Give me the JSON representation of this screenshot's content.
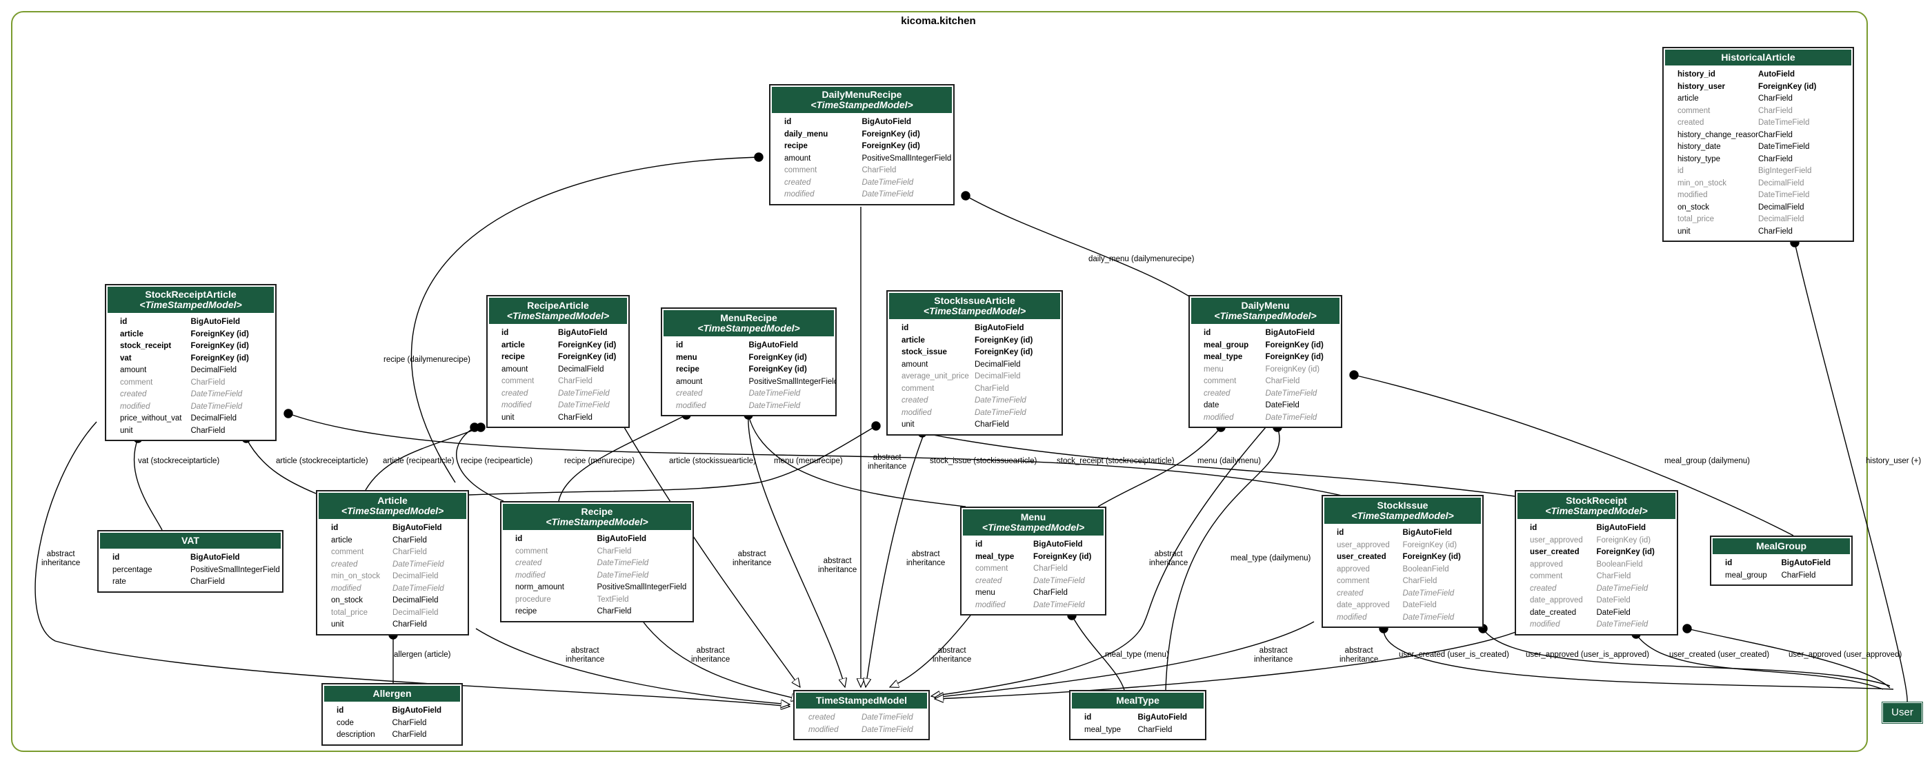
{
  "cluster": {
    "title": "kicoma.kitchen"
  },
  "user_node": {
    "label": "User"
  },
  "models": {
    "DailyMenuRecipe": {
      "name": "DailyMenuRecipe",
      "parent": "TimeStampedModel",
      "fields": [
        [
          "id",
          "BigAutoField",
          "b"
        ],
        [
          "daily_menu",
          "ForeignKey (id)",
          "b"
        ],
        [
          "recipe",
          "ForeignKey (id)",
          "b"
        ],
        [
          "amount",
          "PositiveSmallIntegerField",
          ""
        ],
        [
          "comment",
          "CharField",
          "g"
        ],
        [
          "created",
          "DateTimeField",
          "i"
        ],
        [
          "modified",
          "DateTimeField",
          "i"
        ]
      ]
    },
    "HistoricalArticle": {
      "name": "HistoricalArticle",
      "parent": "",
      "fields": [
        [
          "history_id",
          "AutoField",
          "b"
        ],
        [
          "history_user",
          "ForeignKey (id)",
          "b"
        ],
        [
          "article",
          "CharField",
          ""
        ],
        [
          "comment",
          "CharField",
          "g"
        ],
        [
          "created",
          "DateTimeField",
          "g"
        ],
        [
          "history_change_reason",
          "CharField",
          ""
        ],
        [
          "history_date",
          "DateTimeField",
          ""
        ],
        [
          "history_type",
          "CharField",
          ""
        ],
        [
          "id",
          "BigIntegerField",
          "g"
        ],
        [
          "min_on_stock",
          "DecimalField",
          "g"
        ],
        [
          "modified",
          "DateTimeField",
          "g"
        ],
        [
          "on_stock",
          "DecimalField",
          ""
        ],
        [
          "total_price",
          "DecimalField",
          "g"
        ],
        [
          "unit",
          "CharField",
          ""
        ]
      ]
    },
    "StockReceiptArticle": {
      "name": "StockReceiptArticle",
      "parent": "TimeStampedModel",
      "fields": [
        [
          "id",
          "BigAutoField",
          "b"
        ],
        [
          "article",
          "ForeignKey (id)",
          "b"
        ],
        [
          "stock_receipt",
          "ForeignKey (id)",
          "b"
        ],
        [
          "vat",
          "ForeignKey (id)",
          "b"
        ],
        [
          "amount",
          "DecimalField",
          ""
        ],
        [
          "comment",
          "CharField",
          "g"
        ],
        [
          "created",
          "DateTimeField",
          "i"
        ],
        [
          "modified",
          "DateTimeField",
          "i"
        ],
        [
          "price_without_vat",
          "DecimalField",
          ""
        ],
        [
          "unit",
          "CharField",
          ""
        ]
      ]
    },
    "RecipeArticle": {
      "name": "RecipeArticle",
      "parent": "TimeStampedModel",
      "fields": [
        [
          "id",
          "BigAutoField",
          "b"
        ],
        [
          "article",
          "ForeignKey (id)",
          "b"
        ],
        [
          "recipe",
          "ForeignKey (id)",
          "b"
        ],
        [
          "amount",
          "DecimalField",
          ""
        ],
        [
          "comment",
          "CharField",
          "g"
        ],
        [
          "created",
          "DateTimeField",
          "i"
        ],
        [
          "modified",
          "DateTimeField",
          "i"
        ],
        [
          "unit",
          "CharField",
          ""
        ]
      ]
    },
    "MenuRecipe": {
      "name": "MenuRecipe",
      "parent": "TimeStampedModel",
      "fields": [
        [
          "id",
          "BigAutoField",
          "b"
        ],
        [
          "menu",
          "ForeignKey (id)",
          "b"
        ],
        [
          "recipe",
          "ForeignKey (id)",
          "b"
        ],
        [
          "amount",
          "PositiveSmallIntegerField",
          ""
        ],
        [
          "created",
          "DateTimeField",
          "i"
        ],
        [
          "modified",
          "DateTimeField",
          "i"
        ]
      ]
    },
    "StockIssueArticle": {
      "name": "StockIssueArticle",
      "parent": "TimeStampedModel",
      "fields": [
        [
          "id",
          "BigAutoField",
          "b"
        ],
        [
          "article",
          "ForeignKey (id)",
          "b"
        ],
        [
          "stock_issue",
          "ForeignKey (id)",
          "b"
        ],
        [
          "amount",
          "DecimalField",
          ""
        ],
        [
          "average_unit_price",
          "DecimalField",
          "g"
        ],
        [
          "comment",
          "CharField",
          "g"
        ],
        [
          "created",
          "DateTimeField",
          "i"
        ],
        [
          "modified",
          "DateTimeField",
          "i"
        ],
        [
          "unit",
          "CharField",
          ""
        ]
      ]
    },
    "DailyMenu": {
      "name": "DailyMenu",
      "parent": "TimeStampedModel",
      "fields": [
        [
          "id",
          "BigAutoField",
          "b"
        ],
        [
          "meal_group",
          "ForeignKey (id)",
          "b"
        ],
        [
          "meal_type",
          "ForeignKey (id)",
          "b"
        ],
        [
          "menu",
          "ForeignKey (id)",
          "g"
        ],
        [
          "comment",
          "CharField",
          "g"
        ],
        [
          "created",
          "DateTimeField",
          "i"
        ],
        [
          "date",
          "DateField",
          ""
        ],
        [
          "modified",
          "DateTimeField",
          "i"
        ]
      ]
    },
    "VAT": {
      "name": "VAT",
      "parent": "",
      "fields": [
        [
          "id",
          "BigAutoField",
          "b"
        ],
        [
          "percentage",
          "PositiveSmallIntegerField",
          ""
        ],
        [
          "rate",
          "CharField",
          ""
        ]
      ]
    },
    "Article": {
      "name": "Article",
      "parent": "TimeStampedModel",
      "fields": [
        [
          "id",
          "BigAutoField",
          "b"
        ],
        [
          "article",
          "CharField",
          ""
        ],
        [
          "comment",
          "CharField",
          "g"
        ],
        [
          "created",
          "DateTimeField",
          "i"
        ],
        [
          "min_on_stock",
          "DecimalField",
          "g"
        ],
        [
          "modified",
          "DateTimeField",
          "i"
        ],
        [
          "on_stock",
          "DecimalField",
          ""
        ],
        [
          "total_price",
          "DecimalField",
          "g"
        ],
        [
          "unit",
          "CharField",
          ""
        ]
      ]
    },
    "Recipe": {
      "name": "Recipe",
      "parent": "TimeStampedModel",
      "fields": [
        [
          "id",
          "BigAutoField",
          "b"
        ],
        [
          "comment",
          "CharField",
          "g"
        ],
        [
          "created",
          "DateTimeField",
          "i"
        ],
        [
          "modified",
          "DateTimeField",
          "i"
        ],
        [
          "norm_amount",
          "PositiveSmallIntegerField",
          ""
        ],
        [
          "procedure",
          "TextField",
          "g"
        ],
        [
          "recipe",
          "CharField",
          ""
        ]
      ]
    },
    "Menu": {
      "name": "Menu",
      "parent": "TimeStampedModel",
      "fields": [
        [
          "id",
          "BigAutoField",
          "b"
        ],
        [
          "meal_type",
          "ForeignKey (id)",
          "b"
        ],
        [
          "comment",
          "CharField",
          "g"
        ],
        [
          "created",
          "DateTimeField",
          "i"
        ],
        [
          "menu",
          "CharField",
          ""
        ],
        [
          "modified",
          "DateTimeField",
          "i"
        ]
      ]
    },
    "StockIssue": {
      "name": "StockIssue",
      "parent": "TimeStampedModel",
      "fields": [
        [
          "id",
          "BigAutoField",
          "b"
        ],
        [
          "user_approved",
          "ForeignKey (id)",
          "g"
        ],
        [
          "user_created",
          "ForeignKey (id)",
          "b"
        ],
        [
          "approved",
          "BooleanField",
          "g"
        ],
        [
          "comment",
          "CharField",
          "g"
        ],
        [
          "created",
          "DateTimeField",
          "i"
        ],
        [
          "date_approved",
          "DateField",
          "g"
        ],
        [
          "modified",
          "DateTimeField",
          "i"
        ]
      ]
    },
    "StockReceipt": {
      "name": "StockReceipt",
      "parent": "TimeStampedModel",
      "fields": [
        [
          "id",
          "BigAutoField",
          "b"
        ],
        [
          "user_approved",
          "ForeignKey (id)",
          "g"
        ],
        [
          "user_created",
          "ForeignKey (id)",
          "b"
        ],
        [
          "approved",
          "BooleanField",
          "g"
        ],
        [
          "comment",
          "CharField",
          "g"
        ],
        [
          "created",
          "DateTimeField",
          "i"
        ],
        [
          "date_approved",
          "DateField",
          "g"
        ],
        [
          "date_created",
          "DateField",
          ""
        ],
        [
          "modified",
          "DateTimeField",
          "i"
        ]
      ]
    },
    "MealGroup": {
      "name": "MealGroup",
      "parent": "",
      "fields": [
        [
          "id",
          "BigAutoField",
          "b"
        ],
        [
          "meal_group",
          "CharField",
          ""
        ]
      ]
    },
    "Allergen": {
      "name": "Allergen",
      "parent": "",
      "fields": [
        [
          "id",
          "BigAutoField",
          "b"
        ],
        [
          "code",
          "CharField",
          ""
        ],
        [
          "description",
          "CharField",
          ""
        ]
      ]
    },
    "TimeStampedModel": {
      "name": "TimeStampedModel",
      "parent": "",
      "fields": [
        [
          "created",
          "DateTimeField",
          "i"
        ],
        [
          "modified",
          "DateTimeField",
          "i"
        ]
      ]
    },
    "MealType": {
      "name": "MealType",
      "parent": "",
      "fields": [
        [
          "id",
          "BigAutoField",
          "b"
        ],
        [
          "meal_type",
          "CharField",
          ""
        ]
      ]
    }
  },
  "edge_labels": {
    "recipe_dailymenurecipe": "recipe (dailymenurecipe)",
    "daily_menu_dailymenurecipe": "daily_menu (dailymenurecipe)",
    "history_user": "history_user (+)",
    "vat_stockreceiptarticle": "vat (stockreceiptarticle)",
    "article_stockreceiptarticle": "article (stockreceiptarticle)",
    "article_recipearticle": "article (recipearticle)",
    "recipe_recipearticle": "recipe (recipearticle)",
    "recipe_menurecipe": "recipe (menurecipe)",
    "article_stockissuearticle": "article (stockissuearticle)",
    "menu_menurecipe": "menu (menurecipe)",
    "abstract_inheritance": "abstract\ninheritance",
    "stock_issue_stockissuearticle": "stock_issue (stockissuearticle)",
    "stock_receipt_stockreceiptarticle": "stock_receipt (stockreceiptarticle)",
    "menu_dailymenu": "menu (dailymenu)",
    "meal_group_dailymenu": "meal_group (dailymenu)",
    "meal_type_dailymenu": "meal_type (dailymenu)",
    "meal_type_menu": "meal_type (menu)",
    "allergen_article": "allergen (article)",
    "user_created_is_created": "user_created (user_is_created)",
    "user_approved_is_approved": "user_approved (user_is_approved)",
    "user_created_created": "user_created (user_created)",
    "user_approved_approved": "user_approved (user_approved)"
  },
  "colors": {
    "header": "#1b5a3f",
    "cluster_border": "#7a9b2e",
    "muted_text": "#8c8c8c"
  }
}
